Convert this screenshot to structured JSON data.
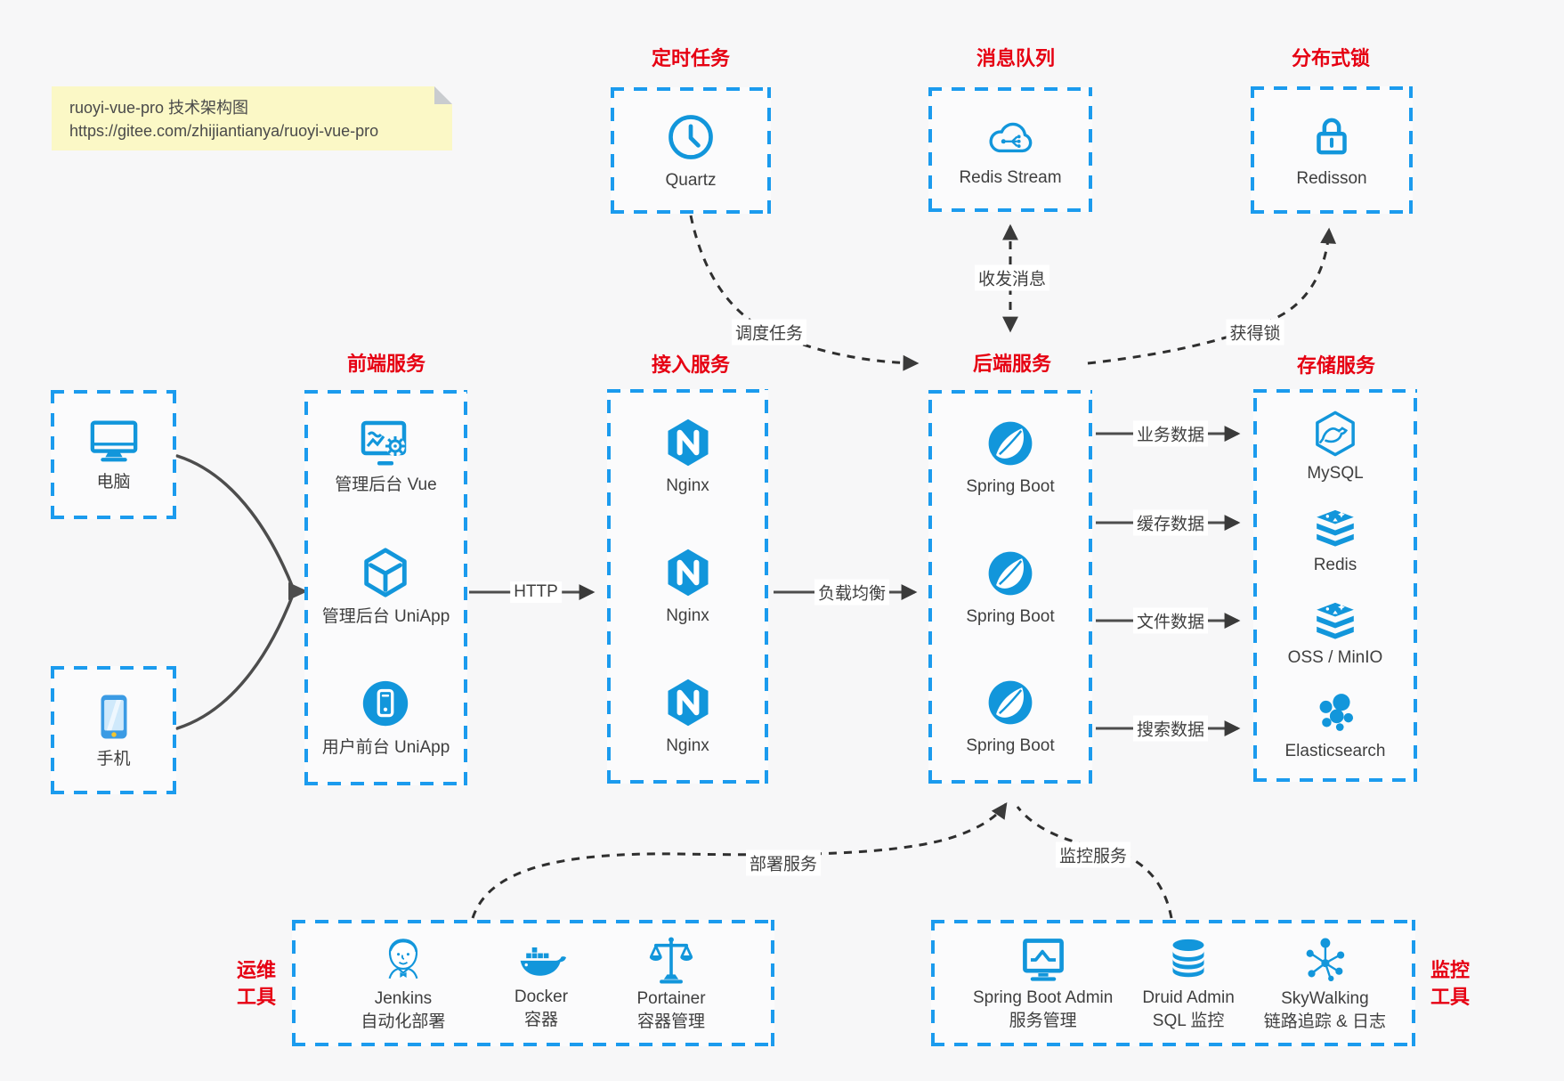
{
  "note": {
    "line1": "ruoyi-vue-pro 技术架构图",
    "line2": "https://gitee.com/zhijiantianya/ruoyi-vue-pro"
  },
  "colors": {
    "accent_blue": "#1296db",
    "border_blue": "#1b9bee",
    "label_red": "#e60012",
    "arrow_gray": "#4d4d4d",
    "note_yellow": "#fbf8c6"
  },
  "groups": {
    "scheduler": {
      "title": "定时任务",
      "item": {
        "label": "Quartz",
        "icon": "clock-icon"
      }
    },
    "mq": {
      "title": "消息队列",
      "item": {
        "label": "Redis Stream",
        "icon": "cloud-stream-icon"
      }
    },
    "dlock": {
      "title": "分布式锁",
      "item": {
        "label": "Redisson",
        "icon": "lock-icon"
      }
    },
    "clients": {
      "pc": {
        "label": "电脑",
        "icon": "desktop-icon"
      },
      "mobile": {
        "label": "手机",
        "icon": "smartphone-icon"
      }
    },
    "frontend": {
      "title": "前端服务",
      "items": [
        {
          "label": "管理后台 Vue",
          "icon": "admin-vue-icon"
        },
        {
          "label": "管理后台 UniApp",
          "icon": "uniapp-cube-icon"
        },
        {
          "label": "用户前台 UniApp",
          "icon": "user-app-icon"
        }
      ]
    },
    "gateway": {
      "title": "接入服务",
      "items": [
        {
          "label": "Nginx",
          "icon": "nginx-icon"
        },
        {
          "label": "Nginx",
          "icon": "nginx-icon"
        },
        {
          "label": "Nginx",
          "icon": "nginx-icon"
        }
      ]
    },
    "backend": {
      "title": "后端服务",
      "items": [
        {
          "label": "Spring Boot",
          "icon": "spring-boot-icon"
        },
        {
          "label": "Spring Boot",
          "icon": "spring-boot-icon"
        },
        {
          "label": "Spring Boot",
          "icon": "spring-boot-icon"
        }
      ]
    },
    "storage": {
      "title": "存储服务",
      "items": [
        {
          "label": "MySQL",
          "icon": "mysql-icon"
        },
        {
          "label": "Redis",
          "icon": "redis-stack-icon"
        },
        {
          "label": "OSS / MinIO",
          "icon": "storage-stack-icon"
        },
        {
          "label": "Elasticsearch",
          "icon": "elasticsearch-icon"
        }
      ]
    },
    "ops": {
      "title_line1": "运维",
      "title_line2": "工具",
      "items": [
        {
          "name": "Jenkins",
          "desc": "自动化部署",
          "icon": "jenkins-icon"
        },
        {
          "name": "Docker",
          "desc": "容器",
          "icon": "docker-whale-icon"
        },
        {
          "name": "Portainer",
          "desc": "容器管理",
          "icon": "scales-icon"
        }
      ]
    },
    "monitoring": {
      "title_line1": "监控",
      "title_line2": "工具",
      "items": [
        {
          "name": "Spring Boot Admin",
          "desc": "服务管理",
          "icon": "monitor-chart-icon"
        },
        {
          "name": "Druid Admin",
          "desc": "SQL 监控",
          "icon": "database-icon"
        },
        {
          "name": "SkyWalking",
          "desc": "链路追踪 & 日志",
          "icon": "topology-icon"
        }
      ]
    }
  },
  "edges": {
    "http": "HTTP",
    "load_balance": "负载均衡",
    "biz_data": "业务数据",
    "cache_data": "缓存数据",
    "file_data": "文件数据",
    "search_data": "搜索数据",
    "schedule_task": "调度任务",
    "send_receive_msg": "收发消息",
    "acquire_lock": "获得锁",
    "deploy_service": "部署服务",
    "monitor_service": "监控服务"
  }
}
